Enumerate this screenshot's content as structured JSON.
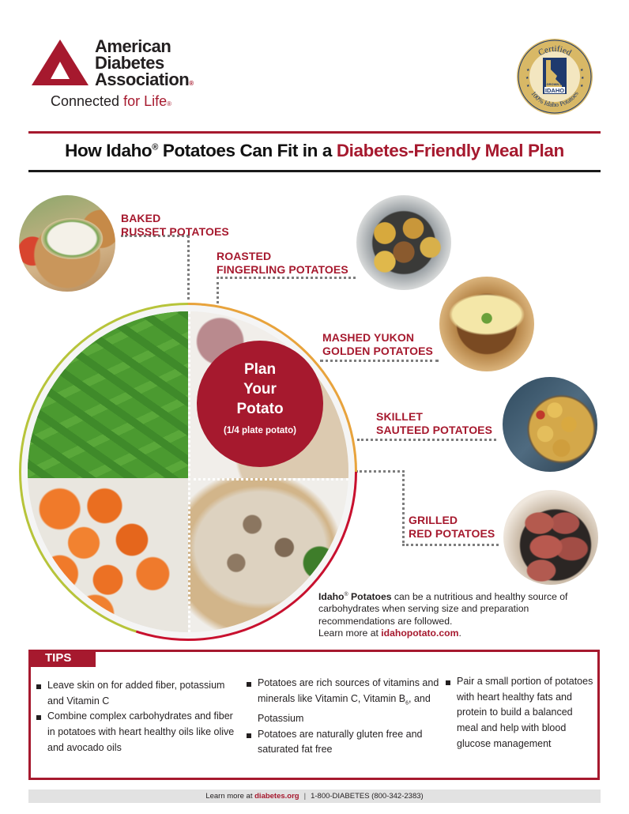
{
  "header": {
    "logo": {
      "org_line1": "American",
      "org_line2": "Diabetes",
      "org_line3": "Association",
      "registered": "®",
      "tagline_prefix": "Connected",
      "tagline_accent": "for Life",
      "icon": "ada-triangle-logo-icon"
    },
    "seal": {
      "top_text": "Certified",
      "center_line1": "GROWN IN",
      "center_line2": "IDAHO",
      "bottom_text": "100% Idaho Potatoes",
      "icon": "idaho-seal-icon"
    }
  },
  "title": {
    "part1": "How Idaho",
    "reg": "®",
    "part2": " Potatoes Can Fit in a ",
    "accent": "Diabetes-Friendly Meal Plan"
  },
  "varieties": [
    {
      "line1": "BAKED",
      "line2": "RUSSET POTATOES",
      "photo": "baked-russet-photo"
    },
    {
      "line1": "ROASTED",
      "line2": "FINGERLING POTATOES",
      "photo": "roasted-fingerling-photo"
    },
    {
      "line1": "MASHED YUKON",
      "line2": "GOLDEN POTATOES",
      "photo": "mashed-yukon-photo"
    },
    {
      "line1": "SKILLET",
      "line2": "SAUTEED POTATOES",
      "photo": "skillet-sauteed-photo"
    },
    {
      "line1": "GRILLED",
      "line2": "RED POTATOES",
      "photo": "grilled-red-photo"
    }
  ],
  "plate": {
    "circle_line1": "Plan",
    "circle_line2": "Your",
    "circle_line3": "Potato",
    "circle_sub": "(1/4 plate potato)",
    "quadrants": [
      "green beans",
      "potato",
      "carrots",
      "chicken with mushroom sauce"
    ],
    "ring_colors": {
      "top_right": "#e8a33c",
      "bottom_right": "#c8102e",
      "left": "#b7c43a"
    }
  },
  "info": {
    "brand": "Idaho",
    "reg": "®",
    "brand2": " Potatoes",
    "text": " can be a nutritious and healthy source of carbohydrates when serving size and preparation recommendations are followed.",
    "learn_prefix": "Learn more at ",
    "link": "idahopotato.com",
    "link_suffix": "."
  },
  "tips": {
    "heading": "TIPS",
    "col1": [
      "Leave skin on for added fiber, potassium and Vitamin C",
      "Combine complex carbohydrates and fiber in potatoes with heart healthy oils like olive and avocado oils"
    ],
    "col2": [
      {
        "before": "Potatoes are rich sources of vitamins and minerals like Vitamin C, Vitamin B",
        "sub": "6",
        "after": ", and Potassium"
      },
      {
        "before": "Potatoes are naturally gluten free and saturated fat free",
        "sub": "",
        "after": ""
      }
    ],
    "col3": [
      "Pair a small portion of potatoes with heart healthy fats and protein to build a balanced meal and help with blood glucose management"
    ]
  },
  "footer": {
    "prefix": "Learn more at ",
    "link": "diabetes.org",
    "separator": "|",
    "phone": "1-800-DIABETES (800-342-2383)"
  },
  "colors": {
    "brand_red": "#a6192e",
    "text": "#231f20",
    "footer_bg": "#e2e2e2",
    "seal_gold": "#d8b866",
    "seal_navy": "#1f3a6e"
  }
}
